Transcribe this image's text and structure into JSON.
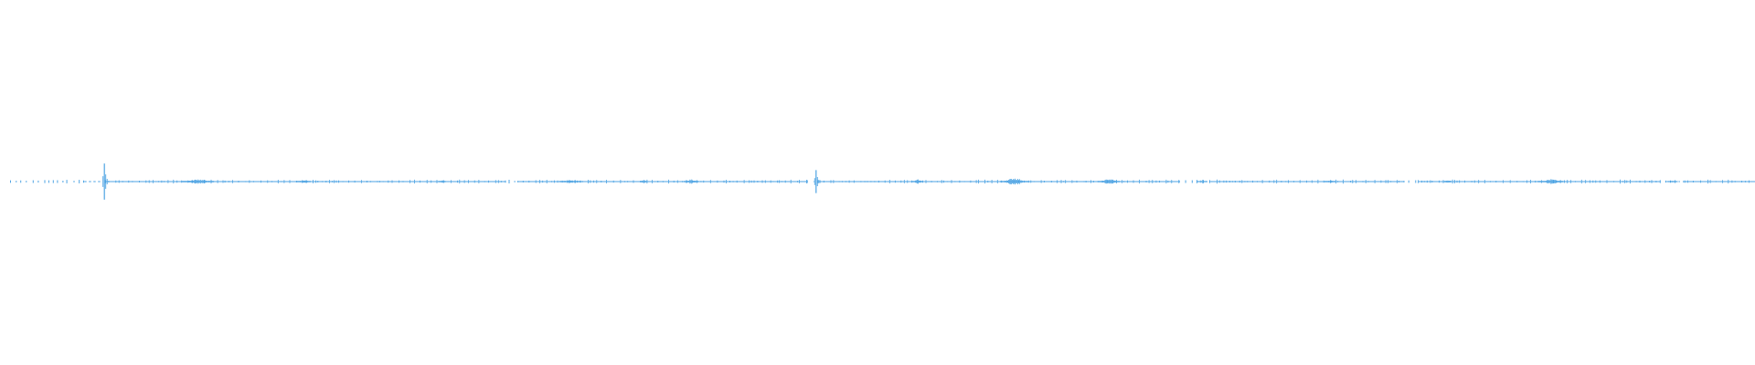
{
  "colors": {
    "background": "#ffffff",
    "waveform": "#4da3e3"
  },
  "waveform": {
    "amplitude_min": -1,
    "amplitude_max": 1,
    "samples_per_second_of_display": 1,
    "segments": [
      {
        "start": 0.006,
        "end": 0.048,
        "kind": "dots"
      },
      {
        "start": 0.048,
        "end": 0.056,
        "kind": "dashes"
      },
      {
        "start": 0.059,
        "end": 0.06,
        "kind": "spike",
        "peak": 0.55
      },
      {
        "start": 0.06,
        "end": 0.288,
        "kind": "line"
      },
      {
        "start": 0.288,
        "end": 0.295,
        "kind": "dots"
      },
      {
        "start": 0.295,
        "end": 0.46,
        "kind": "line"
      },
      {
        "start": 0.46,
        "end": 0.464,
        "kind": "dots"
      },
      {
        "start": 0.464,
        "end": 0.466,
        "kind": "spike",
        "peak": 0.35
      },
      {
        "start": 0.466,
        "end": 0.672,
        "kind": "line"
      },
      {
        "start": 0.672,
        "end": 0.69,
        "kind": "dots"
      },
      {
        "start": 0.69,
        "end": 0.8,
        "kind": "line"
      },
      {
        "start": 0.8,
        "end": 0.808,
        "kind": "dots"
      },
      {
        "start": 0.808,
        "end": 0.946,
        "kind": "line"
      },
      {
        "start": 0.946,
        "end": 0.96,
        "kind": "dots"
      },
      {
        "start": 0.96,
        "end": 1.0,
        "kind": "line"
      }
    ],
    "bursts": [
      {
        "at": 0.113,
        "width": 0.018,
        "peak": 0.08
      },
      {
        "at": 0.173,
        "width": 0.008,
        "peak": 0.06
      },
      {
        "at": 0.252,
        "width": 0.004,
        "peak": 0.05
      },
      {
        "at": 0.325,
        "width": 0.012,
        "peak": 0.06
      },
      {
        "at": 0.367,
        "width": 0.004,
        "peak": 0.06
      },
      {
        "at": 0.394,
        "width": 0.008,
        "peak": 0.08
      },
      {
        "at": 0.523,
        "width": 0.006,
        "peak": 0.07
      },
      {
        "at": 0.578,
        "width": 0.016,
        "peak": 0.12
      },
      {
        "at": 0.632,
        "width": 0.012,
        "peak": 0.09
      },
      {
        "at": 0.685,
        "width": 0.006,
        "peak": 0.05
      },
      {
        "at": 0.758,
        "width": 0.006,
        "peak": 0.05
      },
      {
        "at": 0.825,
        "width": 0.004,
        "peak": 0.06
      },
      {
        "at": 0.884,
        "width": 0.014,
        "peak": 0.08
      },
      {
        "at": 0.953,
        "width": 0.006,
        "peak": 0.05
      }
    ]
  }
}
